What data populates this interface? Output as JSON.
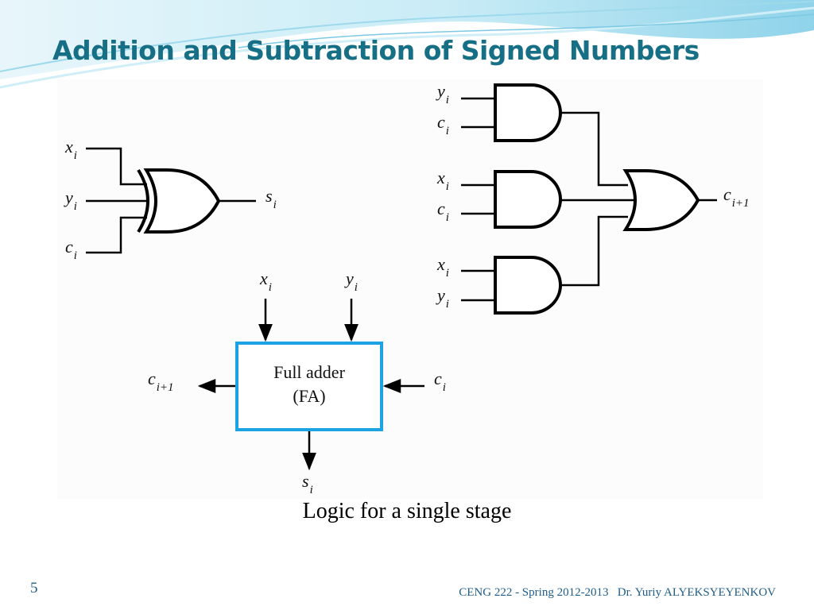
{
  "slide": {
    "title": "Addition and Subtraction of Signed Numbers",
    "caption": "Logic for a single stage",
    "number": "5",
    "footer": "CENG 222 - Spring 2012-2013   Dr. Yuriy ALYEKSYEYENKOV"
  },
  "theme": {
    "title_color": "#176f86",
    "accent_color": "#1ba3e3",
    "wave_color": "#bfe6f2",
    "footer_color": "#1e5d8a"
  },
  "diagram": {
    "sum_circuit": {
      "gate": "XOR",
      "inputs": [
        {
          "var": "x",
          "sub": "i"
        },
        {
          "var": "y",
          "sub": "i"
        },
        {
          "var": "c",
          "sub": "i"
        }
      ],
      "output": {
        "var": "s",
        "sub": "i"
      }
    },
    "carry_circuit": {
      "and_gates": [
        {
          "inputs": [
            {
              "var": "y",
              "sub": "i"
            },
            {
              "var": "c",
              "sub": "i"
            }
          ]
        },
        {
          "inputs": [
            {
              "var": "x",
              "sub": "i"
            },
            {
              "var": "c",
              "sub": "i"
            }
          ]
        },
        {
          "inputs": [
            {
              "var": "x",
              "sub": "i"
            },
            {
              "var": "y",
              "sub": "i"
            }
          ]
        }
      ],
      "or_gate": "OR",
      "output": {
        "var": "c",
        "sub": "i+1"
      }
    },
    "full_adder_block": {
      "line1": "Full adder",
      "line2": "(FA)",
      "inputs_top": [
        {
          "var": "x",
          "sub": "i"
        },
        {
          "var": "y",
          "sub": "i"
        }
      ],
      "input_right": {
        "var": "c",
        "sub": "i"
      },
      "output_left": {
        "var": "c",
        "sub": "i+1"
      },
      "output_bottom": {
        "var": "s",
        "sub": "i"
      }
    }
  }
}
